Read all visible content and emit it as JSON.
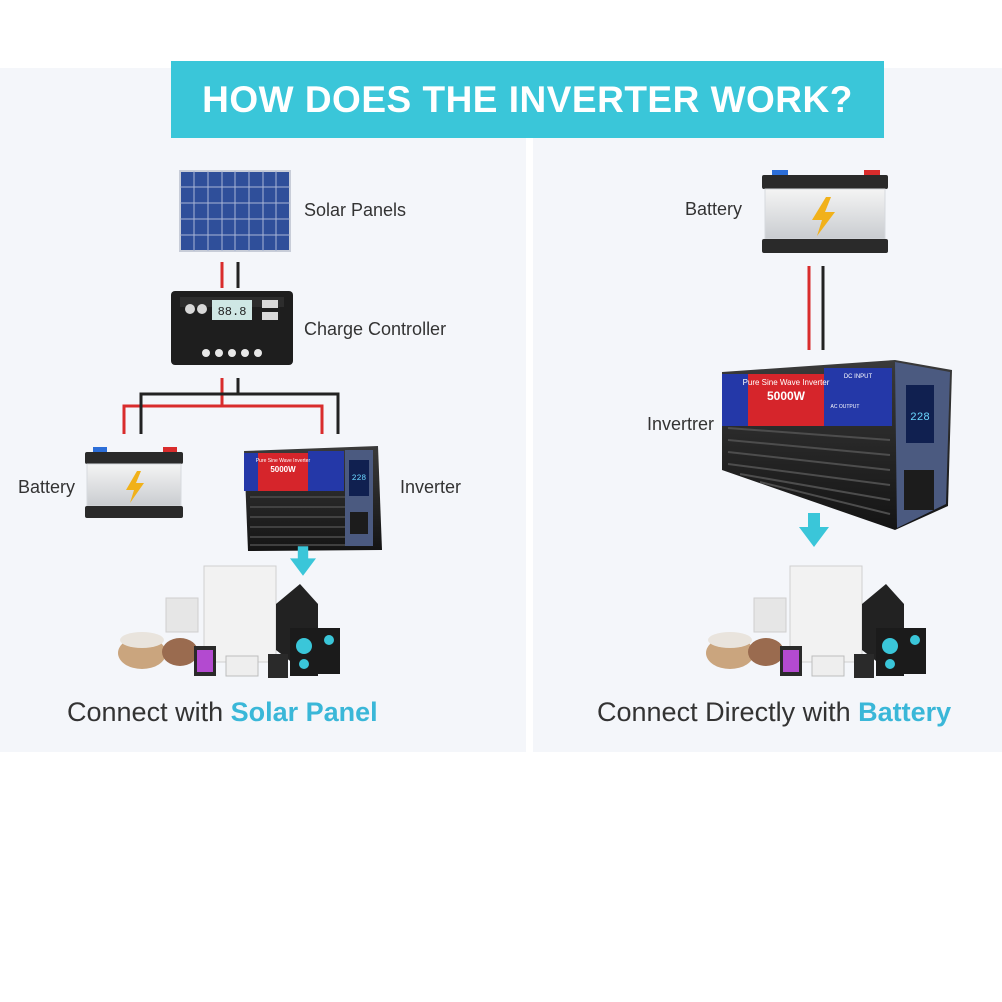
{
  "header": {
    "title": "HOW DOES THE INVERTER WORK?"
  },
  "left_diagram": {
    "solar_label": "Solar Panels",
    "controller_label": "Charge Controller",
    "battery_label": "Battery",
    "inverter_label": "Inverter",
    "caption_prefix": "Connect with",
    "caption_highlight": "Solar Panel"
  },
  "right_diagram": {
    "battery_label": "Battery",
    "inverter_label": "Invertrer",
    "caption_prefix": "Connect Directly with",
    "caption_highlight": "Battery"
  },
  "inverter_device": {
    "model_text": "Pure Sine Wave Inverter",
    "power_text": "5000W",
    "dc_input_text": "DC INPUT",
    "ac_output_text": "AC OUTPUT",
    "display_text": "228"
  },
  "controller_device": {
    "display_text": "88.8"
  },
  "colors": {
    "accent": "#3ac6d9",
    "highlight": "#3ab7d8",
    "wire_red": "#d92c2c",
    "wire_black": "#222222",
    "inverter_red": "#d6252b",
    "inverter_blue": "#2438a8"
  }
}
